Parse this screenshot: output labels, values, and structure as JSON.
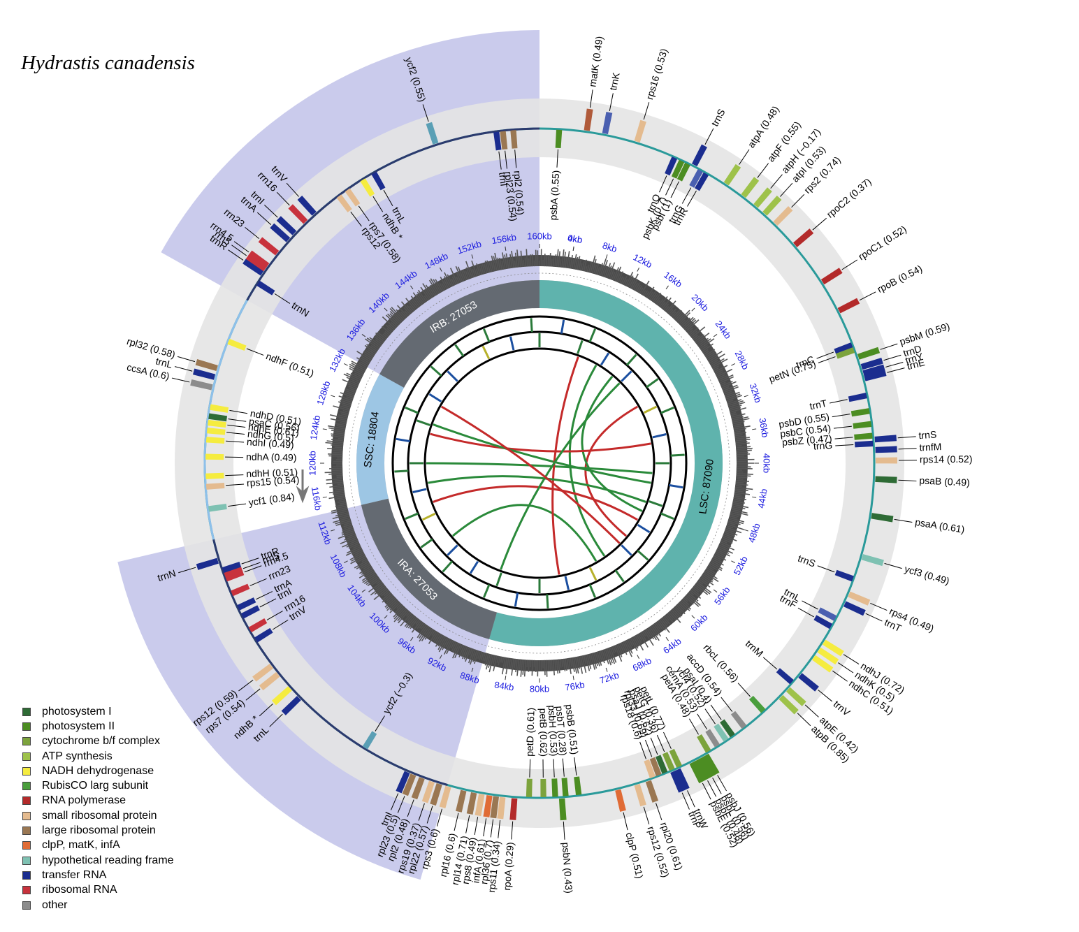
{
  "title": "Hydrastis canadensis",
  "genome_length": 159000,
  "regions": [
    {
      "name": "LSC",
      "label": "LSC: 87090",
      "start": 0,
      "end": 87090,
      "color": "#5fb3ad"
    },
    {
      "name": "IRA",
      "label": "IRA: 27053",
      "start": 87090,
      "end": 114143,
      "color": "#646a72"
    },
    {
      "name": "SSC",
      "label": "SSC: 18804",
      "start": 114143,
      "end": 132947,
      "color": "#9dc6e4"
    },
    {
      "name": "IRB",
      "label": "IRB: 27053",
      "start": 132947,
      "end": 160000,
      "color": "#646a72"
    }
  ],
  "ticks": [
    "4kb",
    "8kb",
    "12kb",
    "16kb",
    "20kb",
    "24kb",
    "28kb",
    "32kb",
    "36kb",
    "40kb",
    "44kb",
    "48kb",
    "52kb",
    "56kb",
    "60kb",
    "64kb",
    "68kb",
    "72kb",
    "76kb",
    "80kb",
    "84kb",
    "88kb",
    "92kb",
    "96kb",
    "100kb",
    "104kb",
    "108kb",
    "112kb",
    "116kb",
    "120kb",
    "124kb",
    "128kb",
    "132kb",
    "136kb",
    "140kb",
    "144kb",
    "148kb",
    "152kb",
    "156kb",
    "160kb",
    "0kb"
  ],
  "legend": [
    {
      "label": "photosystem I",
      "color": "#2e6b35"
    },
    {
      "label": "photosystem II",
      "color": "#4c8d22"
    },
    {
      "label": "cytochrome b/f complex",
      "color": "#7ca33c"
    },
    {
      "label": "ATP synthesis",
      "color": "#9ec24a"
    },
    {
      "label": "NADH dehydrogenase",
      "color": "#f5ec3f"
    },
    {
      "label": "RubisCO larg subunit",
      "color": "#4a9e3c"
    },
    {
      "label": "RNA polymerase",
      "color": "#b32a2a"
    },
    {
      "label": "small ribosomal protein",
      "color": "#e4bb8f"
    },
    {
      "label": "large ribosomal protein",
      "color": "#9a7752"
    },
    {
      "label": "clpP, matK, infA",
      "color": "#e06b35"
    },
    {
      "label": "hypothetical reading frame",
      "color": "#7ec1b2"
    },
    {
      "label": "transfer RNA",
      "color": "#1b2d8f"
    },
    {
      "label": "ribosomal RNA",
      "color": "#c8323c"
    },
    {
      "label": "other",
      "color": "#8c8c8c"
    }
  ],
  "genes": [
    {
      "label": "psbA (0.55)",
      "pos": 1500,
      "ring": "in",
      "color": "#4c8d22"
    },
    {
      "label": "matK (0.49)",
      "pos": 3600,
      "ring": "out",
      "color": "#b05a3a"
    },
    {
      "label": "trnK",
      "pos": 5000,
      "ring": "out",
      "color": "#4a5fb0"
    },
    {
      "label": "rps16 (0.53)",
      "pos": 7500,
      "ring": "out",
      "color": "#e4bb8f"
    },
    {
      "label": "trnQ",
      "pos": 10600,
      "ring": "in",
      "color": "#1b2d8f"
    },
    {
      "label": "psbK (0.7)",
      "pos": 11200,
      "ring": "in",
      "color": "#4c8d22"
    },
    {
      "label": "psbI (1)",
      "pos": 11700,
      "ring": "in",
      "color": "#4c8d22"
    },
    {
      "label": "trnS",
      "pos": 12200,
      "ring": "out",
      "color": "#1b2d8f"
    },
    {
      "label": "trnG",
      "pos": 12800,
      "ring": "in",
      "color": "#4a5fb0"
    },
    {
      "label": "trnR",
      "pos": 13300,
      "ring": "in",
      "color": "#1b2d8f"
    },
    {
      "label": "atpA (0.48)",
      "pos": 15000,
      "ring": "out",
      "color": "#9ec24a"
    },
    {
      "label": "atpF (0.55)",
      "pos": 16600,
      "ring": "out",
      "color": "#9ec24a"
    },
    {
      "label": "atpH (−0.17)",
      "pos": 17800,
      "ring": "out",
      "color": "#9ec24a"
    },
    {
      "label": "atpI (0.53)",
      "pos": 18700,
      "ring": "out",
      "color": "#9ec24a"
    },
    {
      "label": "rps2 (0.74)",
      "pos": 19800,
      "ring": "out",
      "color": "#e4bb8f"
    },
    {
      "label": "rpoC2 (0.37)",
      "pos": 22000,
      "ring": "out",
      "color": "#b32a2a"
    },
    {
      "label": "rpoC1 (0.52)",
      "pos": 25500,
      "ring": "out",
      "color": "#b32a2a"
    },
    {
      "label": "rpoB (0.54)",
      "pos": 28000,
      "ring": "out",
      "color": "#b32a2a"
    },
    {
      "label": "trnC",
      "pos": 30800,
      "ring": "in",
      "color": "#1b2d8f"
    },
    {
      "label": "petN (0.75)",
      "pos": 31200,
      "ring": "in",
      "color": "#7ca33c"
    },
    {
      "label": "psbM (0.59)",
      "pos": 31800,
      "ring": "out",
      "color": "#4c8d22"
    },
    {
      "label": "trnD",
      "pos": 32600,
      "ring": "out",
      "color": "#1b2d8f"
    },
    {
      "label": "trnY",
      "pos": 33100,
      "ring": "out",
      "color": "#1b2d8f"
    },
    {
      "label": "trnE",
      "pos": 33500,
      "ring": "out",
      "color": "#1b2d8f"
    },
    {
      "label": "trnT",
      "pos": 34800,
      "ring": "in",
      "color": "#1b2d8f"
    },
    {
      "label": "psbD (0.55)",
      "pos": 36000,
      "ring": "in",
      "color": "#4c8d22"
    },
    {
      "label": "psbC (0.54)",
      "pos": 37000,
      "ring": "in",
      "color": "#4c8d22"
    },
    {
      "label": "psbZ (0.47)",
      "pos": 37900,
      "ring": "in",
      "color": "#4c8d22"
    },
    {
      "label": "trnG",
      "pos": 38500,
      "ring": "in",
      "color": "#1b2d8f"
    },
    {
      "label": "trnS",
      "pos": 38200,
      "ring": "out",
      "color": "#1b2d8f"
    },
    {
      "label": "trnfM",
      "pos": 39000,
      "ring": "out",
      "color": "#1b2d8f"
    },
    {
      "label": "rps14 (0.52)",
      "pos": 39800,
      "ring": "out",
      "color": "#e4bb8f"
    },
    {
      "label": "psaB (0.49)",
      "pos": 41200,
      "ring": "out",
      "color": "#2e6b35"
    },
    {
      "label": "psaA (0.61)",
      "pos": 44000,
      "ring": "out",
      "color": "#2e6b35"
    },
    {
      "label": "ycf3 (0.49)",
      "pos": 47200,
      "ring": "out",
      "color": "#7ec1b2"
    },
    {
      "label": "trnS",
      "pos": 49000,
      "ring": "in",
      "color": "#1b2d8f"
    },
    {
      "label": "rps4 (0.49)",
      "pos": 50200,
      "ring": "out",
      "color": "#e4bb8f"
    },
    {
      "label": "trnT",
      "pos": 51000,
      "ring": "out",
      "color": "#1b2d8f"
    },
    {
      "label": "trnL",
      "pos": 52300,
      "ring": "in",
      "color": "#4a5fb0"
    },
    {
      "label": "trnF",
      "pos": 53000,
      "ring": "in",
      "color": "#1b2d8f"
    },
    {
      "label": "ndhJ (0.72)",
      "pos": 54300,
      "ring": "out",
      "color": "#f5ec3f"
    },
    {
      "label": "ndhK (0.5)",
      "pos": 55000,
      "ring": "out",
      "color": "#f5ec3f"
    },
    {
      "label": "ndhC (0.51)",
      "pos": 55700,
      "ring": "out",
      "color": "#f5ec3f"
    },
    {
      "label": "trnV",
      "pos": 57400,
      "ring": "out",
      "color": "#1b2d8f"
    },
    {
      "label": "trnM",
      "pos": 58200,
      "ring": "in",
      "color": "#1b2d8f"
    },
    {
      "label": "atpE (0.42)",
      "pos": 58800,
      "ring": "out",
      "color": "#9ec24a"
    },
    {
      "label": "atpB (0.85)",
      "pos": 59600,
      "ring": "out",
      "color": "#9ec24a"
    },
    {
      "label": "rbcL (0.56)",
      "pos": 61300,
      "ring": "in",
      "color": "#4a9e3c"
    },
    {
      "label": "accD (0.54)",
      "pos": 63200,
      "ring": "in",
      "color": "#8c8c8c"
    },
    {
      "label": "psaI (0.4)",
      "pos": 64300,
      "ring": "in",
      "color": "#2e6b35"
    },
    {
      "label": "ycf4 (0.52)",
      "pos": 64900,
      "ring": "in",
      "color": "#7ec1b2"
    },
    {
      "label": "cemA (0.53)",
      "pos": 65700,
      "ring": "in",
      "color": "#8c8c8c"
    },
    {
      "label": "petA (0.48)",
      "pos": 66500,
      "ring": "in",
      "color": "#7ca33c"
    },
    {
      "label": "psbJ (0.56)",
      "pos": 66800,
      "ring": "out",
      "color": "#4c8d22"
    },
    {
      "label": "psbL (0.56)",
      "pos": 67200,
      "ring": "out",
      "color": "#4c8d22"
    },
    {
      "label": "psbF (0.48)",
      "pos": 67600,
      "ring": "out",
      "color": "#4c8d22"
    },
    {
      "label": "psbE (0.52)",
      "pos": 68000,
      "ring": "out",
      "color": "#4c8d22"
    },
    {
      "label": "trnW",
      "pos": 69200,
      "ring": "out",
      "color": "#1b2d8f"
    },
    {
      "label": "trnP",
      "pos": 69600,
      "ring": "out",
      "color": "#1b2d8f"
    },
    {
      "label": "petL (0.77)",
      "pos": 69000,
      "ring": "in",
      "color": "#7ca33c"
    },
    {
      "label": "petG (0.36)",
      "pos": 69600,
      "ring": "in",
      "color": "#7ca33c"
    },
    {
      "label": "psaJ (0.62)",
      "pos": 70200,
      "ring": "in",
      "color": "#2e6b35"
    },
    {
      "label": "rpl33 (0.69)",
      "pos": 70700,
      "ring": "in",
      "color": "#9a7752"
    },
    {
      "label": "rps18 (0.6)",
      "pos": 71200,
      "ring": "in",
      "color": "#e4bb8f"
    },
    {
      "label": "rpl20 (0.61)",
      "pos": 71600,
      "ring": "out",
      "color": "#9a7752"
    },
    {
      "label": "rps12 (0.52)",
      "pos": 72500,
      "ring": "out",
      "color": "#e4bb8f"
    },
    {
      "label": "clpP (0.51)",
      "pos": 74000,
      "ring": "out",
      "color": "#e06b35"
    },
    {
      "label": "psbB (0.51)",
      "pos": 77000,
      "ring": "in",
      "color": "#4c8d22"
    },
    {
      "label": "psbT (0.28)",
      "pos": 78000,
      "ring": "in",
      "color": "#4c8d22"
    },
    {
      "label": "psbN (0.43)",
      "pos": 78300,
      "ring": "out",
      "color": "#4c8d22"
    },
    {
      "label": "psbH (0.53)",
      "pos": 78800,
      "ring": "in",
      "color": "#4c8d22"
    },
    {
      "label": "petB (0.62)",
      "pos": 79700,
      "ring": "in",
      "color": "#7ca33c"
    },
    {
      "label": "petD (0.61)",
      "pos": 80800,
      "ring": "in",
      "color": "#7ca33c"
    },
    {
      "label": "rpoA (0.29)",
      "pos": 81900,
      "ring": "out",
      "color": "#b32a2a"
    },
    {
      "label": "rps11 (0.34)",
      "pos": 82800,
      "ring": "out",
      "color": "#e4bb8f"
    },
    {
      "label": "rpl36 (0.7)",
      "pos": 83300,
      "ring": "out",
      "color": "#9a7752"
    },
    {
      "label": "infA (0.61)",
      "pos": 83800,
      "ring": "out",
      "color": "#e06b35"
    },
    {
      "label": "rps8 (0.49)",
      "pos": 84400,
      "ring": "out",
      "color": "#e4bb8f"
    },
    {
      "label": "rpl14 (0.71)",
      "pos": 85000,
      "ring": "out",
      "color": "#9a7752"
    },
    {
      "label": "rpl16 (0.6)",
      "pos": 85800,
      "ring": "out",
      "color": "#9a7752"
    },
    {
      "label": "rps3 (0.6)",
      "pos": 87000,
      "ring": "out",
      "color": "#e4bb8f"
    },
    {
      "label": "rpl22 (0.57)",
      "pos": 87700,
      "ring": "out",
      "color": "#9a7752"
    },
    {
      "label": "rps19 (0.37)",
      "pos": 88300,
      "ring": "out",
      "color": "#e4bb8f"
    },
    {
      "label": "rpl2 (0.48)",
      "pos": 89100,
      "ring": "out",
      "color": "#9a7752"
    },
    {
      "label": "rpl23 (0.5)",
      "pos": 89800,
      "ring": "out",
      "color": "#9a7752"
    },
    {
      "label": "trnI",
      "pos": 90300,
      "ring": "out",
      "color": "#1b2d8f"
    },
    {
      "label": "ycf2 (−0.3)",
      "pos": 94000,
      "ring": "in",
      "color": "#5a9fb5"
    },
    {
      "label": "trnL",
      "pos": 100300,
      "ring": "out",
      "color": "#1b2d8f"
    },
    {
      "label": "ndhB *",
      "pos": 101300,
      "ring": "out",
      "color": "#f5ec3f"
    },
    {
      "label": "rps7 (0.54)",
      "pos": 102700,
      "ring": "out",
      "color": "#e4bb8f"
    },
    {
      "label": "rps12 (0.59)",
      "pos": 103500,
      "ring": "out",
      "color": "#e4bb8f"
    },
    {
      "label": "trnV",
      "pos": 105800,
      "ring": "in",
      "color": "#1b2d8f"
    },
    {
      "label": "rrn16",
      "pos": 106700,
      "ring": "in",
      "color": "#c8323c"
    },
    {
      "label": "trnI",
      "pos": 107900,
      "ring": "in",
      "color": "#1b2d8f"
    },
    {
      "label": "trnA",
      "pos": 108600,
      "ring": "in",
      "color": "#1b2d8f"
    },
    {
      "label": "rrn23",
      "pos": 109800,
      "ring": "in",
      "color": "#c8323c"
    },
    {
      "label": "rrn4.5",
      "pos": 111000,
      "ring": "in",
      "color": "#c8323c"
    },
    {
      "label": "rrn5",
      "pos": 111300,
      "ring": "in",
      "color": "#c8323c"
    },
    {
      "label": "trnR",
      "pos": 111700,
      "ring": "in",
      "color": "#1b2d8f"
    },
    {
      "label": "trnN",
      "pos": 112500,
      "ring": "out",
      "color": "#1b2d8f"
    },
    {
      "label": "ycf1 (0.84)",
      "pos": 116500,
      "ring": "in",
      "color": "#7ec1b2"
    },
    {
      "label": "rps15 (0.54)",
      "pos": 118200,
      "ring": "in",
      "color": "#e4bb8f"
    },
    {
      "label": "ndhH (0.51)",
      "pos": 119000,
      "ring": "in",
      "color": "#f5ec3f"
    },
    {
      "label": "ndhA (0.49)",
      "pos": 120500,
      "ring": "in",
      "color": "#f5ec3f"
    },
    {
      "label": "ndhI (0.49)",
      "pos": 121800,
      "ring": "in",
      "color": "#f5ec3f"
    },
    {
      "label": "ndhG (0.5)",
      "pos": 122500,
      "ring": "in",
      "color": "#f5ec3f"
    },
    {
      "label": "ndhE (0.61)",
      "pos": 123100,
      "ring": "in",
      "color": "#f5ec3f"
    },
    {
      "label": "psaC (0.56)",
      "pos": 123600,
      "ring": "in",
      "color": "#2e6b35"
    },
    {
      "label": "ndhD (0.51)",
      "pos": 124300,
      "ring": "in",
      "color": "#f5ec3f"
    },
    {
      "label": "ccsA (0.6)",
      "pos": 125800,
      "ring": "out",
      "color": "#8c8c8c"
    },
    {
      "label": "trnL",
      "pos": 126600,
      "ring": "out",
      "color": "#1b2d8f"
    },
    {
      "label": "rpl32 (0.58)",
      "pos": 127300,
      "ring": "out",
      "color": "#9a7752"
    },
    {
      "label": "ndhF (0.51)",
      "pos": 129500,
      "ring": "in",
      "color": "#f5ec3f"
    },
    {
      "label": "trnN",
      "pos": 134500,
      "ring": "in",
      "color": "#1b2d8f"
    },
    {
      "label": "trnR",
      "pos": 135300,
      "ring": "out",
      "color": "#1b2d8f"
    },
    {
      "label": "rrn5",
      "pos": 135700,
      "ring": "out",
      "color": "#c8323c"
    },
    {
      "label": "rrn4.5",
      "pos": 136000,
      "ring": "out",
      "color": "#c8323c"
    },
    {
      "label": "rrn23",
      "pos": 137200,
      "ring": "out",
      "color": "#c8323c"
    },
    {
      "label": "trnA",
      "pos": 138500,
      "ring": "out",
      "color": "#1b2d8f"
    },
    {
      "label": "trnI",
      "pos": 139200,
      "ring": "out",
      "color": "#1b2d8f"
    },
    {
      "label": "rrn16",
      "pos": 140400,
      "ring": "out",
      "color": "#c8323c"
    },
    {
      "label": "trnV",
      "pos": 141300,
      "ring": "out",
      "color": "#1b2d8f"
    },
    {
      "label": "rps12",
      "pos": 143600,
      "ring": "in",
      "color": "#e4bb8f"
    },
    {
      "label": "rps7 (0.58)",
      "pos": 144400,
      "ring": "in",
      "color": "#e4bb8f"
    },
    {
      "label": "ndhB *",
      "pos": 145800,
      "ring": "in",
      "color": "#f5ec3f"
    },
    {
      "label": "trnL",
      "pos": 146800,
      "ring": "in",
      "color": "#1b2d8f"
    },
    {
      "label": "ycf2 (0.55)",
      "pos": 152000,
      "ring": "out",
      "color": "#5a9fb5"
    },
    {
      "label": "trnI",
      "pos": 156700,
      "ring": "in",
      "color": "#1b2d8f"
    },
    {
      "label": "rpl23 (0.54)",
      "pos": 157200,
      "ring": "in",
      "color": "#9a7752"
    },
    {
      "label": "rpl2 (0.54)",
      "pos": 158000,
      "ring": "in",
      "color": "#9a7752"
    }
  ]
}
